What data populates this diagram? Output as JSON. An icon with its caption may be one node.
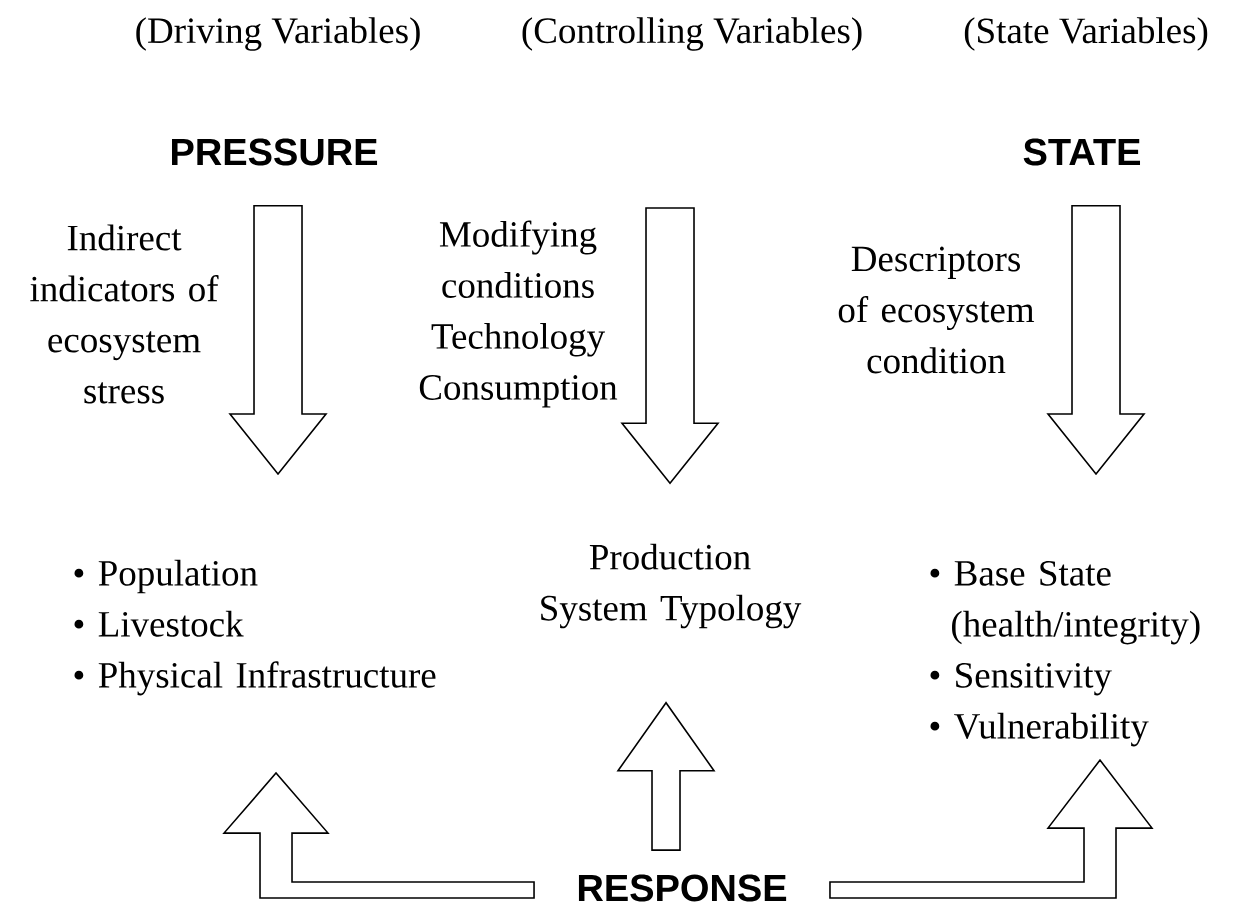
{
  "diagram": {
    "nodes": [
      {
        "text": [
          "PRESSURE"
        ]
      },
      {
        "text": [
          "STATE"
        ]
      },
      {
        "text": [
          "• Population",
          "• Livestock",
          "• Physical Infrastructure"
        ]
      },
      {
        "text": [
          "Production System Typology"
        ]
      },
      {
        "text": [
          "• Base State (health/integrity)",
          "• Sensitivity",
          "• Vulnerability"
        ]
      },
      {
        "text": [
          "RESPONSE"
        ]
      }
    ],
    "edges": [
      {
        "from": 0,
        "to": 2,
        "arrow": "to",
        "label": "Indirect indicators of ecosystem stress"
      },
      {
        "from": null,
        "to": 3,
        "arrow": "to",
        "label": "Modifying conditions Technology Consumption"
      },
      {
        "from": 1,
        "to": 4,
        "arrow": "to",
        "label": "Descriptors of ecosystem condition"
      },
      {
        "from": 5,
        "to": 2,
        "arrow": "to"
      },
      {
        "from": 5,
        "to": 3,
        "arrow": "to"
      },
      {
        "from": 5,
        "to": 4,
        "arrow": "to"
      }
    ],
    "labels": [
      "(Driving Variables)",
      "(Controlling Variables)",
      "(State Variables)"
    ]
  }
}
